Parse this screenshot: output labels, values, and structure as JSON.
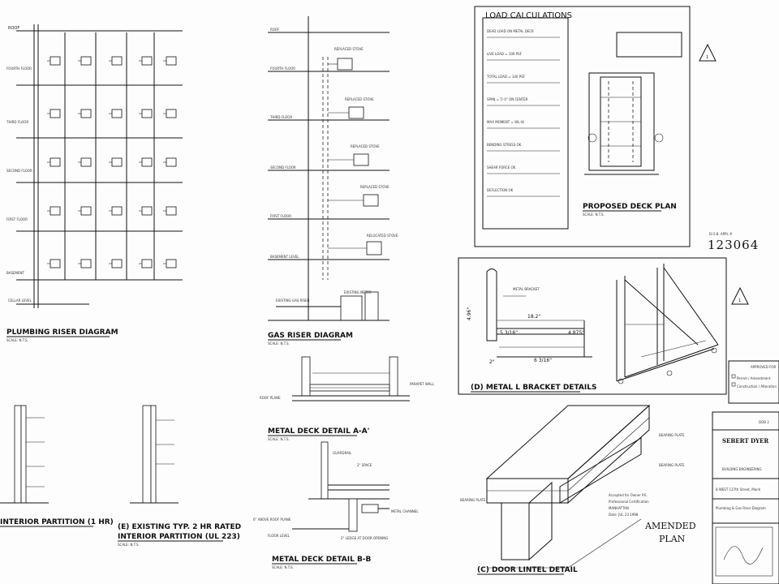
{
  "titles": {
    "plumbing_riser": "PLUMBING RISER DIAGRAM",
    "gas_riser": "GAS RISER DIAGRAM",
    "load_calc": "LOAD CALCULATIONS",
    "proposed_deck": "PROPOSED DECK PLAN",
    "bracket": "(D) METAL L BRACKET DETAILS",
    "deck_a": "METAL DECK DETAIL A-A'",
    "deck_b": "METAL DECK DETAIL B-B",
    "interior_partition": "INTERIOR PARTITION (1 HR)",
    "existing_partition_1": "(E) EXISTING TYP. 2 HR RATED",
    "existing_partition_2": "INTERIOR PARTITION (UL 223)",
    "door_lintel": "(C) DOOR LINTEL DETAIL",
    "amended_1": "AMENDED",
    "amended_2": "PLAN"
  },
  "scale_note": "SCALE: N.T.S.",
  "dob_number": "123064",
  "dob_label": "D.O.B. APPL #",
  "floors": {
    "roof": "ROOF",
    "fourth": "FOURTH FLOOR",
    "third": "THIRD FLOOR",
    "second": "SECOND FLOOR",
    "first": "FIRST FLOOR",
    "basement": "BASEMENT",
    "cellar": "CELLAR LEVEL"
  },
  "gas_floors": {
    "roof": "ROOF",
    "fourth": "FOURTH FLOOR",
    "third": "THIRD FLOOR",
    "second": "SECOND FLOOR",
    "first": "FIRST FLOOR",
    "basement": "BASEMENT LEVEL"
  },
  "gas_labels": {
    "replaced_stove_1": "REPLACED STOVE",
    "replaced_stove_2": "REPLACED STOVE",
    "replaced_stove_3": "REPLACED STOVE",
    "replaced_stove_4": "REPLACED STOVE",
    "relocated_stove": "RELOCATED STOVE",
    "existing_meter": "EXISTING METER",
    "existing_gas_riser": "EXISTING GAS RISER"
  },
  "bracket_dims": {
    "d1": "18.2\"",
    "d2": "5 3/16\"",
    "d3": "6 3/16\"",
    "d4": "4.875\"",
    "d5": "2\"",
    "d6": "4.96\"",
    "metal_bracket": "METAL BRACKET"
  },
  "deck_b_labels": {
    "space": "2\" SPACE",
    "metal_channel": "METAL CHANNEL",
    "ledge": "2\" LEDGE AT DOOR OPENING",
    "above_roof": "6\" ABOVE ROOF PLANE",
    "floor_level": "FLOOR LEVEL",
    "guardrail": "GUARDRAIL"
  },
  "deck_a_labels": {
    "parapet": "PARAPET WALL",
    "roof_plane": "ROOF PLANE"
  },
  "lintel_labels": {
    "bearing_plate_1": "BEARING PLATE",
    "bearing_plate_2": "BEARING PLATE",
    "bearing_plate_3": "BEARING PLATE",
    "approved": "Accepted for Owner P.E.",
    "license": "Professional Certification",
    "borough": "MANHATTAN",
    "date": "Date: JUL 23 1998"
  },
  "title_block": {
    "firm": "SEBERT DYER",
    "subtitle": "BUILDING ENGINEERING",
    "address": "8 WEST 127th Street, Manh",
    "drawing": "Plumbing & Gas Riser Diagram",
    "sheet": "DOB 2"
  },
  "stamp_labels": {
    "header": "APPROVED FOR",
    "line1": "Permit / Amendment",
    "line2": "Construction / Alteration"
  },
  "load_lines": [
    "DEAD LOAD ON METAL DECK",
    "LIVE LOAD = 100 PSF",
    "TOTAL LOAD = 140 PSF",
    "SPAN = 5'-0\" ON CENTER",
    "MAX MOMENT = WL²/8",
    "BENDING STRESS OK",
    "SHEAR FORCE OK",
    "DEFLECTION OK"
  ]
}
